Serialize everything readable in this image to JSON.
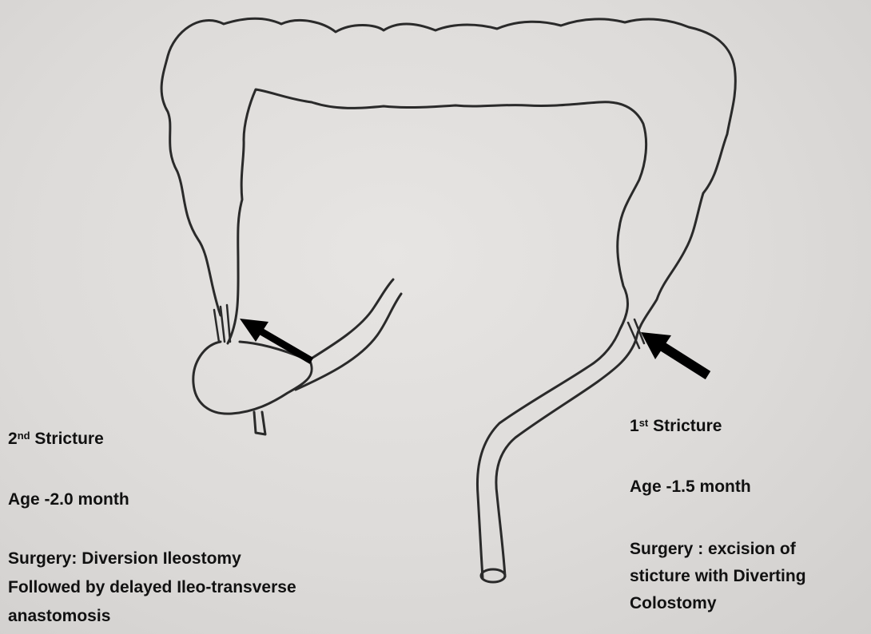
{
  "left_annotation": {
    "ordinal": "2",
    "ordinal_suffix": "nd",
    "stricture_word": "Stricture",
    "age": "Age -2.0 month",
    "surgery_line1": "Surgery: Diversion Ileostomy",
    "surgery_line2": "Followed by delayed Ileo-transverse",
    "surgery_line3": "anastomosis"
  },
  "right_annotation": {
    "ordinal": "1",
    "ordinal_suffix": "st",
    "stricture_word": "Stricture",
    "age": "Age -1.5 month",
    "surgery_line1": "Surgery : excision of",
    "surgery_line2": "sticture with Diverting",
    "surgery_line3": "Colostomy"
  },
  "colors": {
    "paper": "#e2e0de",
    "pencil": "#2a2a2a",
    "arrow": "#000000"
  }
}
